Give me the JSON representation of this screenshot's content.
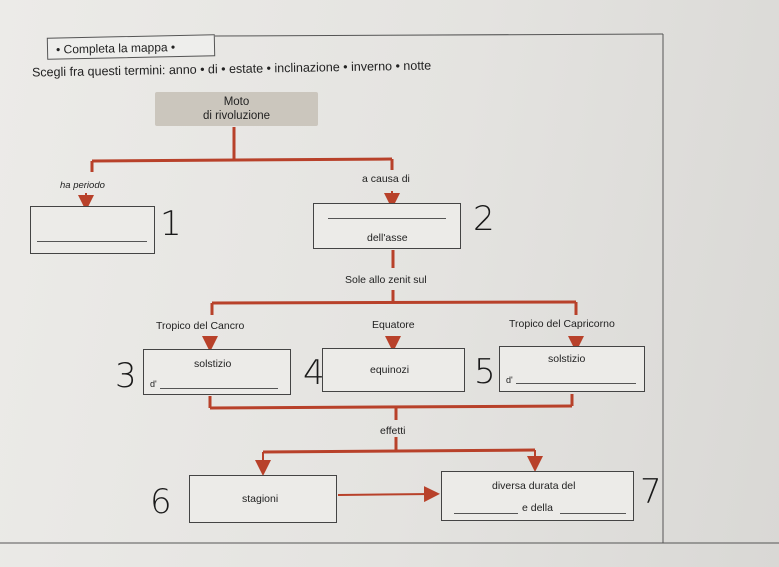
{
  "header": {
    "title": "• Completa la mappa •"
  },
  "instructions": {
    "text": "Scegli fra questi termini: anno • di • estate • inclinazione • inverno • notte"
  },
  "root": {
    "line1": "Moto",
    "line2": "di rivoluzione"
  },
  "branches": {
    "period_label": "ha periodo",
    "cause_label": "a causa di",
    "axis_text": "dell'asse",
    "zenith_label": "Sole allo zenit sul",
    "effects_label": "effetti"
  },
  "zenith_nodes": [
    {
      "heading": "Tropico del Cancro",
      "box_text": "solstizio",
      "prefix": "d'"
    },
    {
      "heading": "Equatore",
      "box_text": "equinozi"
    },
    {
      "heading": "Tropico del Capricorno",
      "box_text": "solstizio",
      "prefix": "d'"
    }
  ],
  "effects": {
    "left_box": "stagioni",
    "right_line1": "diversa durata del",
    "right_line2": "e della"
  },
  "handwritten_numbers": [
    "1",
    "2",
    "3",
    "4",
    "5",
    "6",
    "7"
  ],
  "colors": {
    "connector": "#b8412a",
    "box_border": "#444444",
    "root_fill": "#cbc6bd"
  }
}
